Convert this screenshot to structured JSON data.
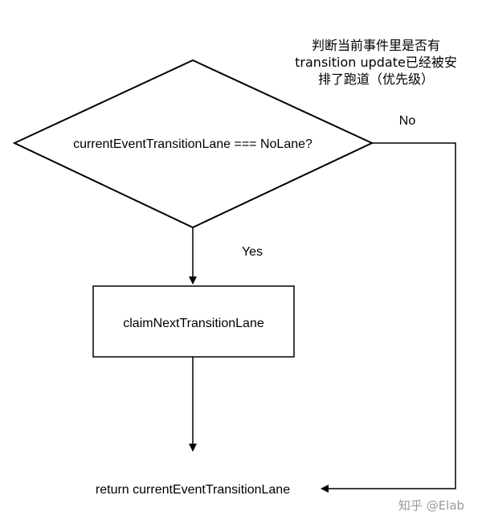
{
  "diagram": {
    "decision": {
      "label": "currentEventTransitionLane === NoLane?"
    },
    "process": {
      "label": "claimNextTransitionLane"
    },
    "terminal": {
      "label": "return currentEventTransitionLane"
    },
    "edges": {
      "yes_label": "Yes",
      "no_label": "No"
    },
    "annotation": {
      "lines": [
        "判断当前事件里是否有",
        "transition update已经被安",
        "排了跑道（优先级）"
      ]
    },
    "watermark": {
      "text": "知乎 @Elab"
    }
  }
}
